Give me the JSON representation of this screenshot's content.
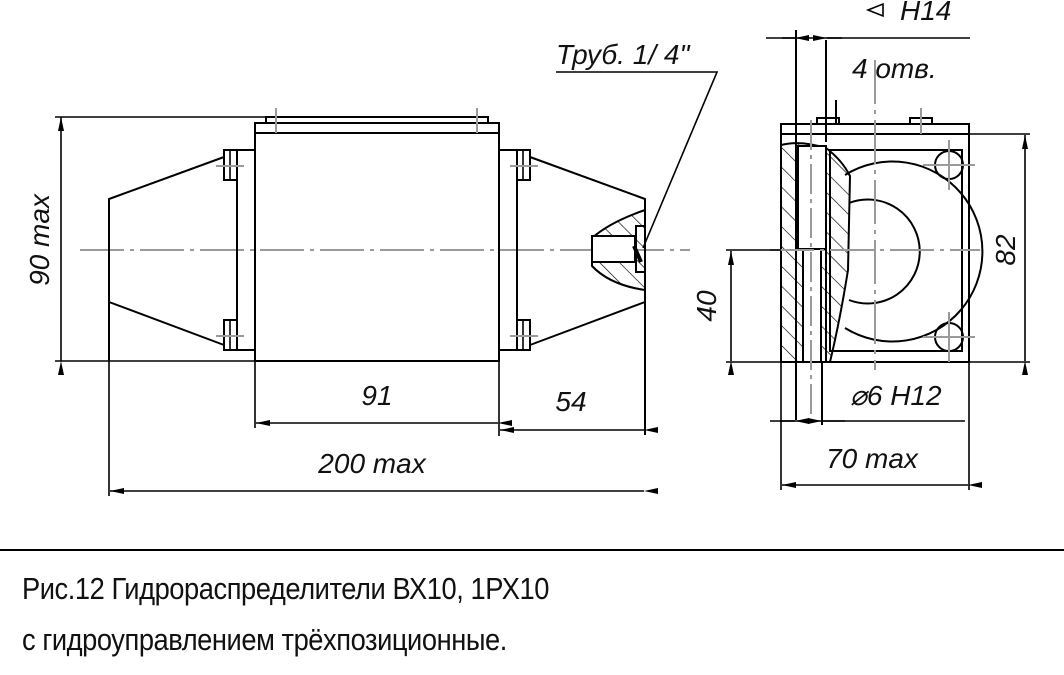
{
  "figure": {
    "views": {
      "front": {
        "dimensions": {
          "height": "90 max",
          "body_width": "91",
          "cover_width": "54",
          "overall_length": "200 max"
        },
        "callout": "Труб. 1/ 4\""
      },
      "side": {
        "dimensions": {
          "height": "82",
          "port_offset": "40",
          "width": "70 max"
        },
        "annotations": {
          "top_holes_tolerance": "H14",
          "holes_count": "4 отв.",
          "hole_diameter": "6 H12"
        }
      }
    },
    "caption": {
      "line1": "Рис.12 Гидрораспределители  ВХ10, 1РХ10",
      "line2": "с  гидроуправлением трёхпозиционные."
    }
  }
}
